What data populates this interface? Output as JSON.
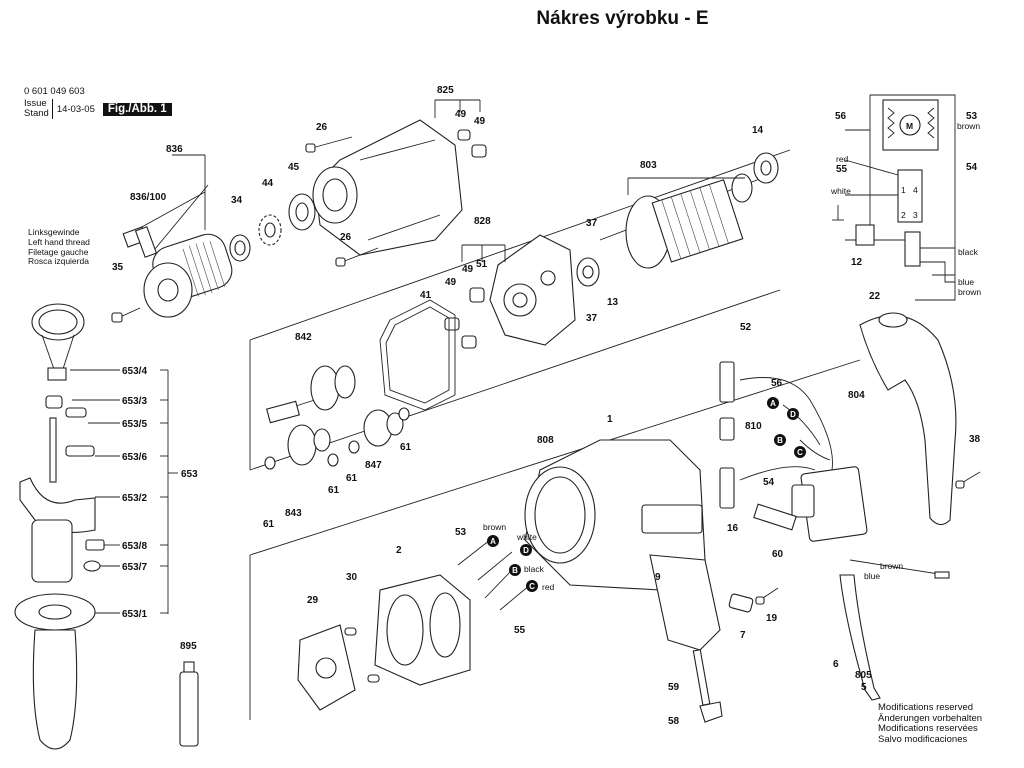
{
  "page": {
    "title": "Nákres výrobku - E"
  },
  "header": {
    "part_number": "0 601 049 603",
    "issue_label_1": "Issue",
    "issue_label_2": "Stand",
    "issue_date": "14-03-05",
    "figure": "Fig./Abb. 1"
  },
  "left_hand_thread_note": [
    "Linksgewinde",
    "Left hand thread",
    "Filetage gauche",
    "Rosca izquierda"
  ],
  "modifications_note": [
    "Modifications reserved",
    "Änderungen vorbehalten",
    "Modifications reservées",
    "Salvo modificaciones"
  ],
  "part_labels": {
    "p825": "825",
    "p49a": "49",
    "p49b": "49",
    "p26a": "26",
    "p26b": "26",
    "p45": "45",
    "p44": "44",
    "p34": "34",
    "p836": "836",
    "p836_100": "836/100",
    "p35": "35",
    "p14": "14",
    "p803": "803",
    "p37a": "37",
    "p37b": "37",
    "p13": "13",
    "p828": "828",
    "p49c": "49",
    "p49d": "49",
    "p51": "51",
    "p41": "41",
    "p842": "842",
    "p843": "843",
    "p847": "847",
    "p61a": "61",
    "p61b": "61",
    "p61c": "61",
    "p61d": "61",
    "p653": "653",
    "p653_4": "653/4",
    "p653_3": "653/3",
    "p653_5": "653/5",
    "p653_6": "653/6",
    "p653_2": "653/2",
    "p653_8": "653/8",
    "p653_7": "653/7",
    "p653_1": "653/1",
    "p895": "895",
    "p808": "808",
    "p1": "1",
    "p2": "2",
    "p29": "29",
    "p30": "30",
    "p53a": "53",
    "p55a": "55",
    "p9": "9",
    "p52": "52",
    "p56a": "56",
    "p810": "810",
    "p804": "804",
    "p54a": "54",
    "p16": "16",
    "p60": "60",
    "p22": "22",
    "p38": "38",
    "p7": "7",
    "p19": "19",
    "p6": "6",
    "p805": "805",
    "p5": "5",
    "p59": "59",
    "p58": "58",
    "p56b": "56",
    "p53b": "53",
    "p55b": "55",
    "p54b": "54",
    "p12": "12"
  },
  "wire_colors": {
    "brown": "brown",
    "white": "white",
    "black": "black",
    "red": "red",
    "blue": "blue"
  },
  "wire_codes": {
    "A": "A",
    "B": "B",
    "C": "C",
    "D": "D"
  },
  "schematic_labels": {
    "motor": "M",
    "red": "red",
    "white": "white",
    "black": "black",
    "blue": "blue",
    "brown": "brown",
    "term1": "1",
    "term4": "4",
    "term2": "2",
    "term3": "3"
  }
}
